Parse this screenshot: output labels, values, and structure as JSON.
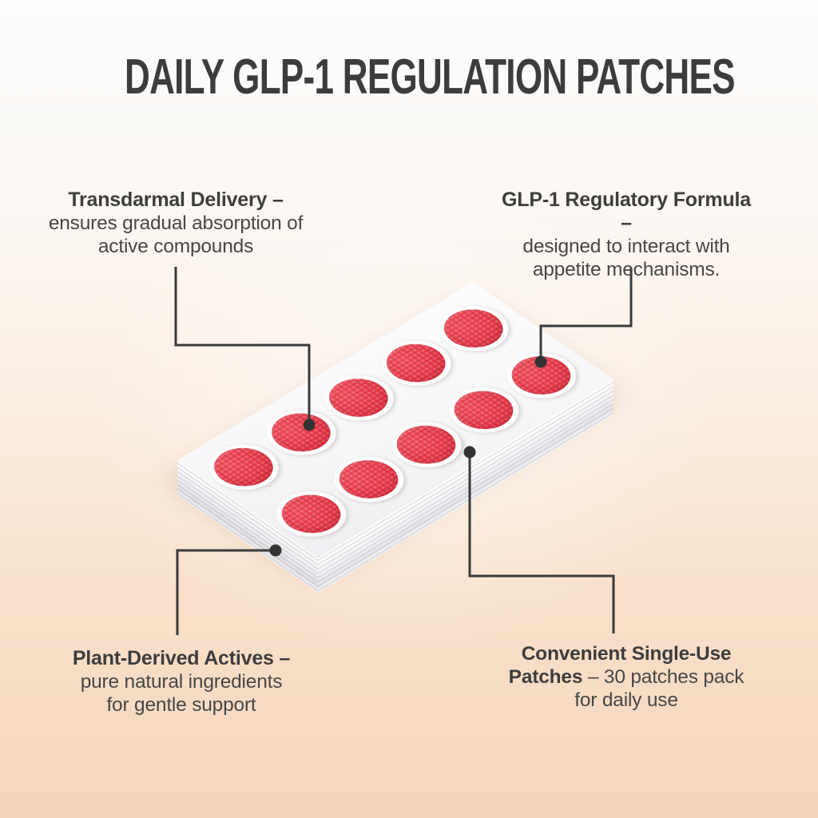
{
  "title": "DAILY GLP-1 REGULATION PATCHES",
  "callouts": [
    {
      "bold": "Transdarmal Delivery –",
      "rest": "ensures gradual absorption of\nactive compounds"
    },
    {
      "bold": "GLP-1 Regulatory Formula –",
      "rest": "designed to interact with\nappetite mechanisms."
    },
    {
      "bold": "Plant-Derived Actives –",
      "rest": "pure natural ingredients\nfor gentle support"
    },
    {
      "bold": "Convenient Single-Use\nPatches",
      "rest": " – 30 patches pack\nfor daily use"
    }
  ],
  "product": {
    "name": "stack of transdermal patch sheets",
    "patch_count": 10,
    "grid": {
      "rows": 2,
      "cols": 5
    },
    "patch_color": "#e63e4c",
    "patch_ring_color": "#fcfcfd",
    "sheet_color": "#f8f8fa"
  },
  "style": {
    "connector_color": "#3a3a3a",
    "dot_color": "#333333",
    "background_top": "#fdfdfd",
    "background_bottom": "#f5d5bd",
    "title_color": "#3c3c3c",
    "text_color": "#474747"
  }
}
